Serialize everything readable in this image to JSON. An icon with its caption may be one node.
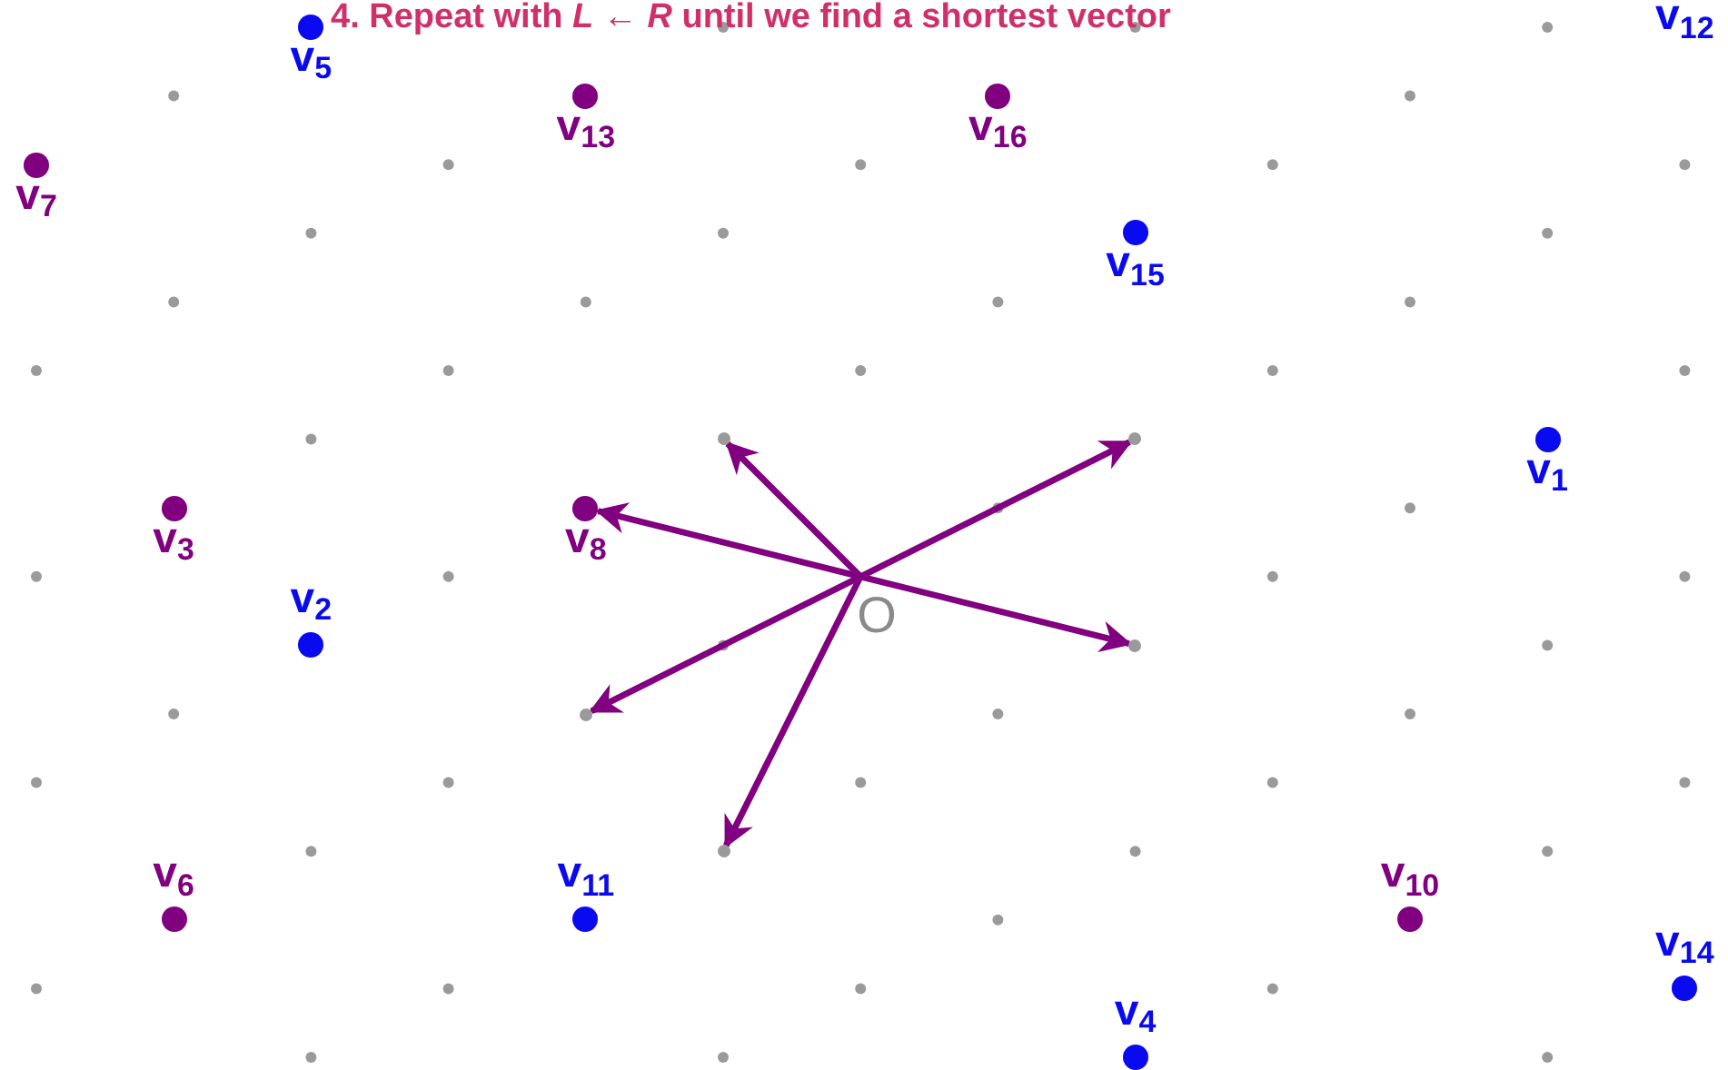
{
  "diagram": {
    "title": "4. Repeat with *L* ← *R* until we find a shortest vector",
    "nodes": [
      {
        "text": [
          "v$_{5}$"
        ]
      },
      {
        "text": [
          "v$_{12}$"
        ]
      },
      {
        "text": [
          "v$_{13}$"
        ]
      },
      {
        "text": [
          "v$_{16}$"
        ]
      },
      {
        "text": [
          "v$_{7}$"
        ]
      },
      {
        "text": [
          "v$_{15}$"
        ]
      },
      {
        "text": [],
        "shape": "circle"
      },
      {
        "text": [],
        "shape": "circle"
      },
      {
        "text": [
          "v$_{1}$"
        ]
      },
      {
        "text": [
          "v$_{3}$"
        ]
      },
      {
        "text": [
          "v$_{8}$"
        ]
      },
      {
        "text": [
          "O"
        ]
      },
      {
        "text": [
          "v$_{2}$"
        ]
      },
      {
        "text": [],
        "shape": "circle"
      },
      {
        "text": [],
        "shape": "circle"
      },
      {
        "text": [],
        "shape": "circle"
      },
      {
        "text": [
          "v$_{6}$"
        ]
      },
      {
        "text": [
          "v$_{11}$"
        ]
      },
      {
        "text": [
          "v$_{10}$"
        ]
      },
      {
        "text": [
          "v$_{14}$"
        ]
      },
      {
        "text": [
          "v$_{4}$"
        ]
      }
    ],
    "edges": [
      {
        "from": 11,
        "to": 6,
        "arrow": "to"
      },
      {
        "from": 11,
        "to": 7,
        "arrow": "to"
      },
      {
        "from": 11,
        "to": 10,
        "arrow": "to"
      },
      {
        "from": 11,
        "to": 13,
        "arrow": "to"
      },
      {
        "from": 11,
        "to": 14,
        "arrow": "to"
      },
      {
        "from": 11,
        "to": 15,
        "arrow": "to"
      }
    ]
  }
}
